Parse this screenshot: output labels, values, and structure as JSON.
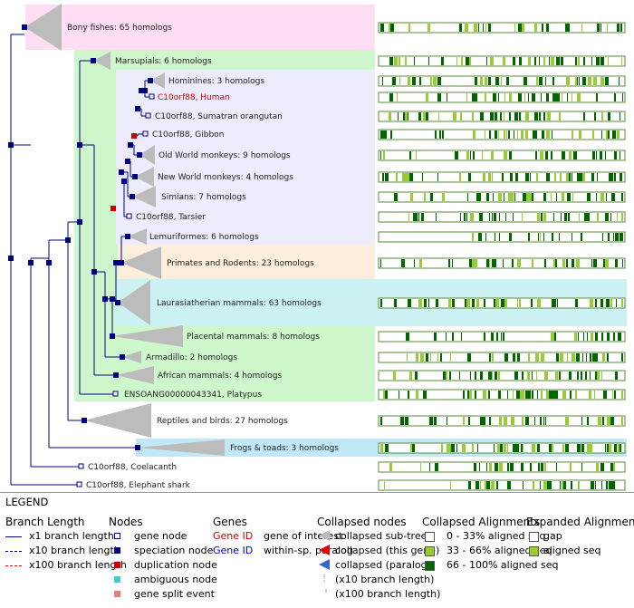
{
  "tree": {
    "bands": [
      {
        "name": "bony-fishes",
        "color": "#ffddf2"
      },
      {
        "name": "marsupials-and-mammals",
        "color": "#cef7cc"
      },
      {
        "name": "primates",
        "color": "#ececfc"
      },
      {
        "name": "primates-and-rodents",
        "color": "#fdeedd"
      },
      {
        "name": "laurasiatherian",
        "color": "#ccf2f4"
      },
      {
        "name": "frogs",
        "color": "#c0e8f6"
      }
    ],
    "rows": [
      {
        "id": "bony-fishes",
        "label": "Bony fishes: 65 homologs",
        "type": "collapsed"
      },
      {
        "id": "marsupials",
        "label": "Marsupials: 6 homologs",
        "type": "collapsed"
      },
      {
        "id": "hominines",
        "label": "Hominines: 3 homologs",
        "type": "collapsed"
      },
      {
        "id": "human",
        "label": "C10orf88, Human",
        "type": "gene-of-interest"
      },
      {
        "id": "sumatran-orangutan",
        "label": "C10orf88, Sumatran orangutan",
        "type": "gene"
      },
      {
        "id": "gibbon",
        "label": "C10orf88, Gibbon",
        "type": "gene"
      },
      {
        "id": "old-world-monkeys",
        "label": "Old World monkeys: 9 homologs",
        "type": "collapsed"
      },
      {
        "id": "new-world-monkeys",
        "label": "New World monkeys: 4 homologs",
        "type": "collapsed"
      },
      {
        "id": "simians",
        "label": "Simians: 7 homologs",
        "type": "collapsed"
      },
      {
        "id": "tarsier",
        "label": "C10orf88, Tarsier",
        "type": "gene"
      },
      {
        "id": "lemuriformes",
        "label": "Lemuriformes: 6 homologs",
        "type": "collapsed"
      },
      {
        "id": "primates-and-rodents",
        "label": "Primates and Rodents: 23 homologs",
        "type": "collapsed"
      },
      {
        "id": "laurasiatherian",
        "label": "Laurasiatherian mammals: 63 homologs",
        "type": "collapsed"
      },
      {
        "id": "placental",
        "label": "Placental mammals: 8 homologs",
        "type": "collapsed"
      },
      {
        "id": "armadillo",
        "label": "Armadillo: 2 homologs",
        "type": "collapsed"
      },
      {
        "id": "african",
        "label": "African mammals: 4 homologs",
        "type": "collapsed"
      },
      {
        "id": "platypus",
        "label": "ENSOANG00000043341, Platypus",
        "type": "gene"
      },
      {
        "id": "reptiles-birds",
        "label": "Reptiles and birds: 27 homologs",
        "type": "collapsed"
      },
      {
        "id": "frogs-toads",
        "label": "Frogs & toads: 3 homologs",
        "type": "collapsed"
      },
      {
        "id": "coelacanth",
        "label": "C10orf88, Coelacanth",
        "type": "gene"
      },
      {
        "id": "elephant-shark",
        "label": "C10orf88, Elephant shark",
        "type": "gene"
      }
    ]
  },
  "legend": {
    "title": "LEGEND",
    "branch": {
      "heading": "Branch Length",
      "items": [
        "x1 branch length",
        "x10 branch length",
        "x100 branch length"
      ]
    },
    "nodes": {
      "heading": "Nodes",
      "items": [
        "gene node",
        "speciation node",
        "duplication node",
        "ambiguous node",
        "gene split event"
      ]
    },
    "genes": {
      "heading": "Genes",
      "items": [
        {
          "key": "Gene ID",
          "desc": "gene of interest",
          "color": "#cc0000"
        },
        {
          "key": "Gene ID",
          "desc": "within-sp. paralog",
          "color": "#0000cc"
        }
      ]
    },
    "collapsed_nodes": {
      "heading": "Collapsed nodes",
      "items": [
        "collapsed sub-tree",
        "collapsed (this gene)",
        "collapsed (paralog)",
        "(x10 branch length)",
        "(x100 branch length)"
      ]
    },
    "collapsed_alignments": {
      "heading": "Collapsed Alignments",
      "items": [
        "0 - 33% aligned seq",
        "33 - 66% aligned seq",
        "66 - 100% aligned seq"
      ]
    },
    "expanded_alignments": {
      "heading": "Expanded Alignments",
      "items": [
        "gap",
        "aligned seq"
      ]
    },
    "colors": {
      "branch_x1": "#000080",
      "branch_x10": "#000080",
      "branch_x100": "#cc0000",
      "node_gene": "#ffffff",
      "node_speciation": "#000080",
      "node_duplication": "#cc0000",
      "node_ambiguous": "#40cccc",
      "node_split": "#e08080",
      "aln_low": "#ffffff",
      "aln_mid": "#99cc33",
      "aln_high": "#006600"
    }
  }
}
